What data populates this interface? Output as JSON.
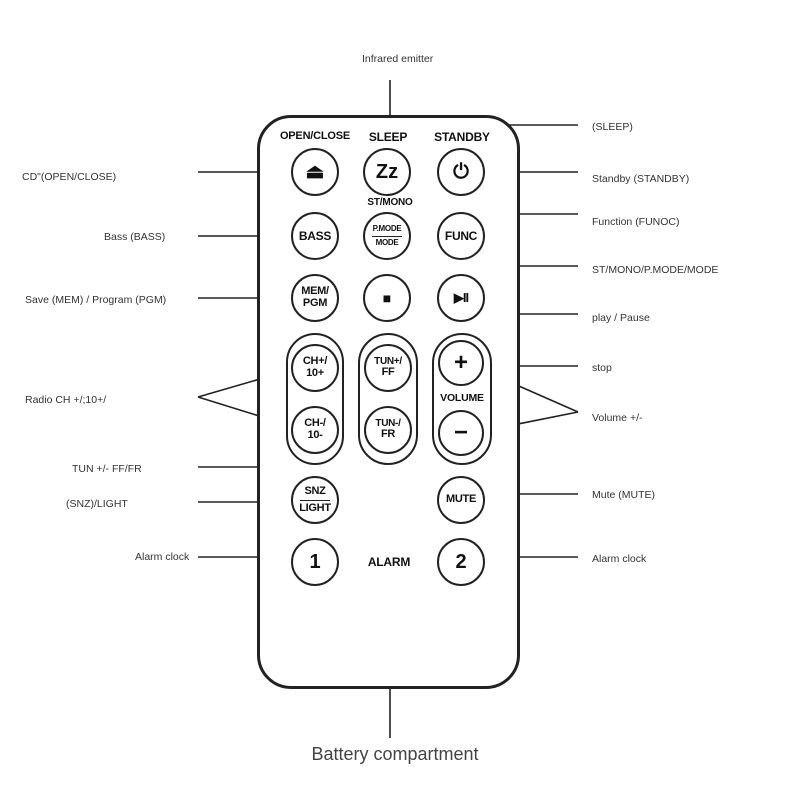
{
  "annotations": {
    "infrared_emitter": "Infrared emitter",
    "cd_open_close": "CD\"(OPEN/CLOSE)",
    "bass": "Bass (BASS)",
    "save_program": "Save (MEM) / Program (PGM)",
    "radio_ch": "Radio CH +/;10+/",
    "tun_ff_fr": "TUN +/- FF/FR",
    "snz_light": "(SNZ)/LIGHT",
    "alarm_clock_left": "Alarm clock",
    "sleep": "(SLEEP)",
    "standby": "Standby (STANDBY)",
    "function": "Function (FUNOC)",
    "st_mono_mode": "ST/MONO/P.MODE/MODE",
    "play_pause": "play / Pause",
    "stop": "stop",
    "volume": "Volume +/-",
    "mute": "Mute (MUTE)",
    "alarm_clock_right": "Alarm clock",
    "battery": "Battery compartment"
  },
  "remote": {
    "top_labels": {
      "open_close": "OPEN/CLOSE",
      "sleep": "SLEEP",
      "standby": "STANDBY",
      "st_mono": "ST/MONO"
    },
    "buttons": {
      "eject_symbol": "⏏",
      "sleep": "Zz",
      "standby_symbol": "⏻",
      "bass": "BASS",
      "pmode_top": "P.MODE",
      "pmode_bottom": "MODE",
      "func": "FUNC",
      "mem": "MEM/",
      "pgm": "PGM",
      "stop_symbol": "■",
      "play_pause_symbol": "▶II",
      "ch_plus_a": "CH+/",
      "ch_plus_b": "10+",
      "ch_minus_a": "CH-/",
      "ch_minus_b": "10-",
      "tun_plus_a": "TUN+/",
      "tun_plus_b": "FF",
      "tun_minus_a": "TUN-/",
      "tun_minus_b": "FR",
      "vol_plus": "+",
      "vol_minus": "−",
      "snz": "SNZ",
      "light": "LIGHT",
      "mute": "MUTE",
      "alarm1": "1",
      "alarm2": "2"
    },
    "volume_label": "VOLUME",
    "alarm_label": "ALARM"
  }
}
